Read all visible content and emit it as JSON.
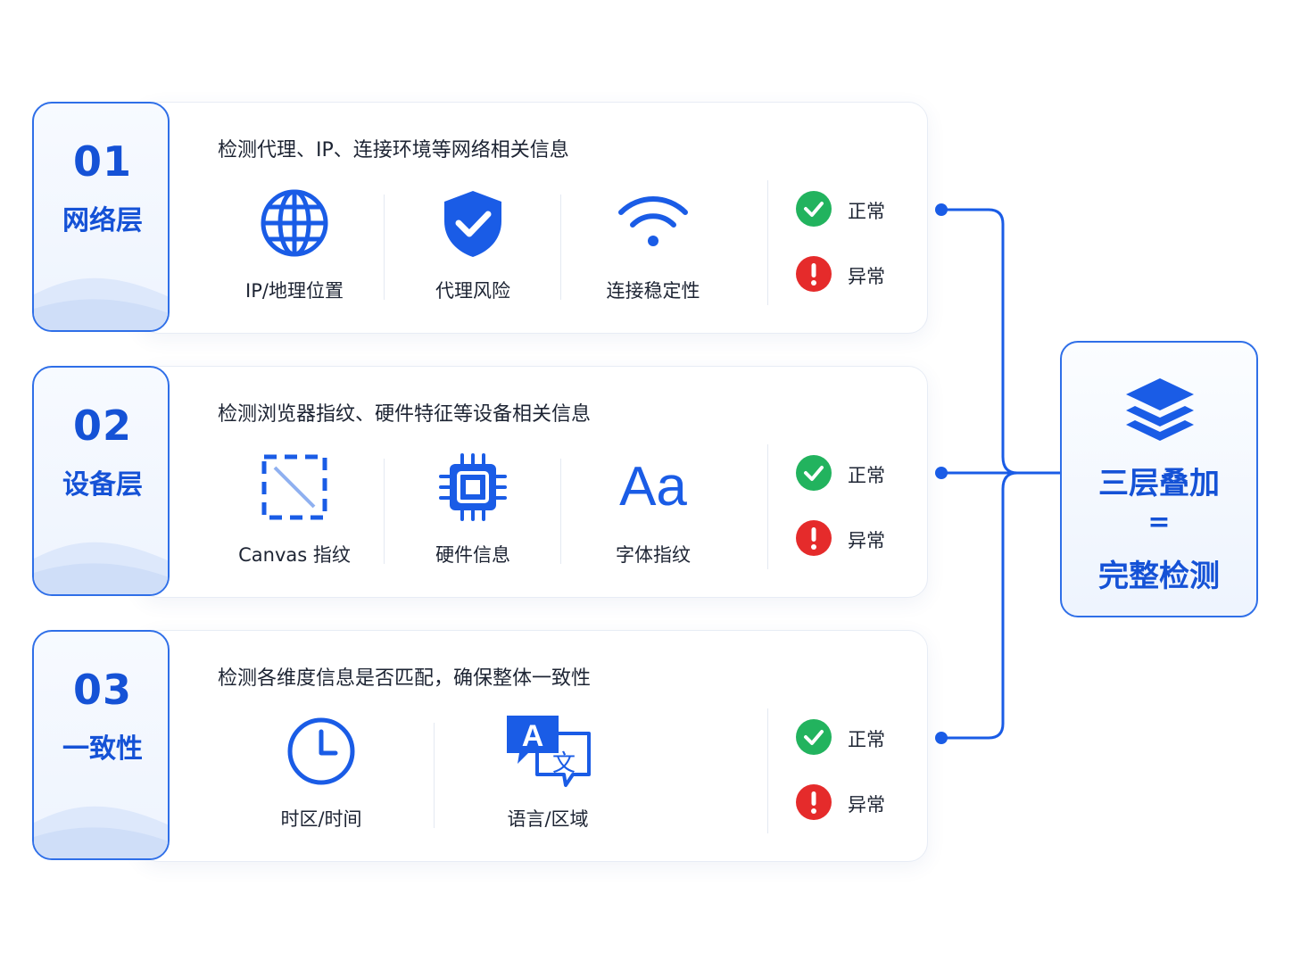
{
  "layers": [
    {
      "num": "01",
      "title": "网络层",
      "desc": "检测代理、IP、连接环境等网络相关信息",
      "items": [
        {
          "label": "IP/地理位置",
          "icon": "globe-icon"
        },
        {
          "label": "代理风险",
          "icon": "shield-check-icon"
        },
        {
          "label": "连接稳定性",
          "icon": "wifi-icon"
        }
      ],
      "status": {
        "ok": "正常",
        "err": "异常"
      }
    },
    {
      "num": "02",
      "title": "设备层",
      "desc": "检测浏览器指纹、硬件特征等设备相关信息",
      "items": [
        {
          "label": "Canvas 指纹",
          "icon": "canvas-icon"
        },
        {
          "label": "硬件信息",
          "icon": "chip-icon"
        },
        {
          "label": "字体指纹",
          "icon": "font-icon",
          "glyph": "Aa"
        }
      ],
      "status": {
        "ok": "正常",
        "err": "异常"
      }
    },
    {
      "num": "03",
      "title": "一致性",
      "desc": "检测各维度信息是否匹配，确保整体一致性",
      "items": [
        {
          "label": "时区/时间",
          "icon": "clock-icon"
        },
        {
          "label": "语言/区域",
          "icon": "translate-icon",
          "glyph_a": "A",
          "glyph_b": "文"
        }
      ],
      "status": {
        "ok": "正常",
        "err": "异常"
      }
    }
  ],
  "summary": {
    "line1": "三层叠加",
    "line2": "=",
    "line3": "完整检测",
    "icon": "layers-icon"
  },
  "colors": {
    "primary": "#1a5ce6",
    "border": "#2f6fe8",
    "ok": "#22b35e",
    "err": "#e52b2b"
  }
}
